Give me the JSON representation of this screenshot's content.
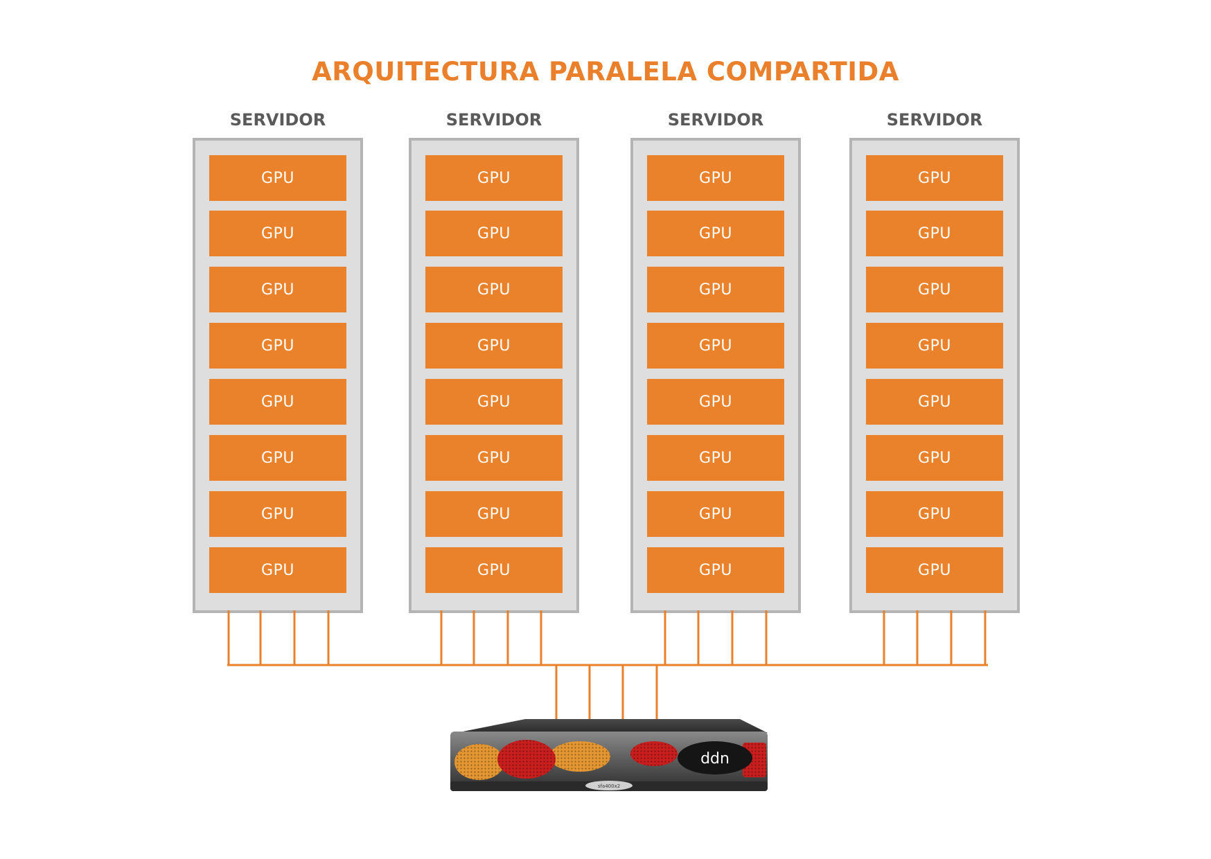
{
  "title": "ARQUITECTURA PARALELA COMPARTIDA",
  "servers": [
    {
      "label": "SERVIDOR",
      "gpus": [
        "GPU",
        "GPU",
        "GPU",
        "GPU",
        "GPU",
        "GPU",
        "GPU",
        "GPU"
      ]
    },
    {
      "label": "SERVIDOR",
      "gpus": [
        "GPU",
        "GPU",
        "GPU",
        "GPU",
        "GPU",
        "GPU",
        "GPU",
        "GPU"
      ]
    },
    {
      "label": "SERVIDOR",
      "gpus": [
        "GPU",
        "GPU",
        "GPU",
        "GPU",
        "GPU",
        "GPU",
        "GPU",
        "GPU"
      ]
    },
    {
      "label": "SERVIDOR",
      "gpus": [
        "GPU",
        "GPU",
        "GPU",
        "GPU",
        "GPU",
        "GPU",
        "GPU",
        "GPU"
      ]
    }
  ],
  "storage": {
    "brand": "ddn",
    "model": "sfa400x2"
  },
  "colors": {
    "accent": "#ea802c",
    "rack_fill": "#dedede",
    "rack_border": "#b4b4b4",
    "label": "#5a5a5a"
  }
}
